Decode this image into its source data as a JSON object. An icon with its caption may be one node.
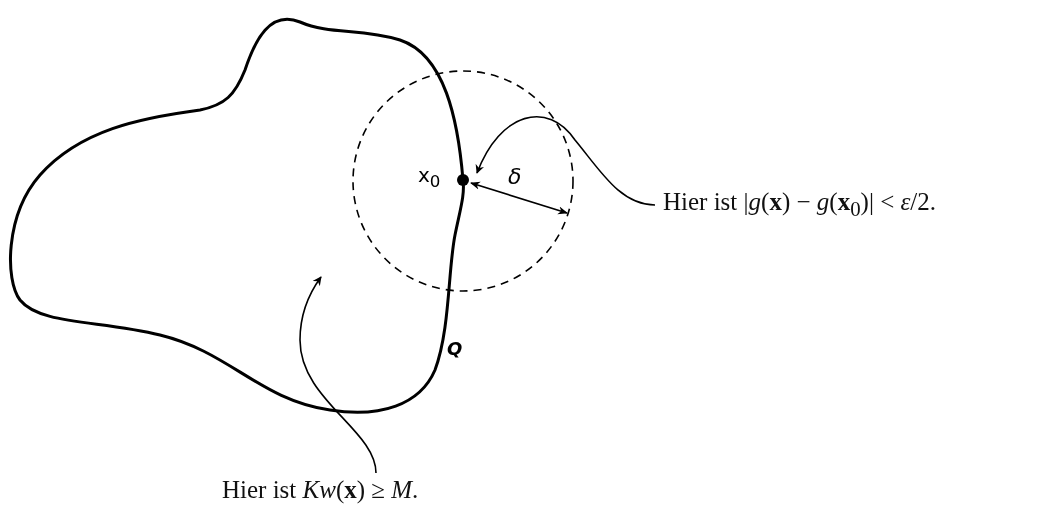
{
  "diagram": {
    "nodes": [
      {
        "text": [],
        "shape": "region"
      },
      {
        "text": [],
        "shape": "circle"
      },
      {
        "text": [
          "Hier ist |*g*(**x**) − *g*(**x**$_{0}$)| < *ε*/2."
        ]
      },
      {
        "text": [
          "Hier ist *Kw*(**x**) ≥ *M*."
        ]
      }
    ],
    "edges": [
      {
        "from": 2,
        "to": 1,
        "arrow": "to"
      },
      {
        "from": 3,
        "to": 0,
        "arrow": "to"
      }
    ],
    "labels": [
      "x$_{0}$",
      "δ",
      "Q"
    ]
  }
}
